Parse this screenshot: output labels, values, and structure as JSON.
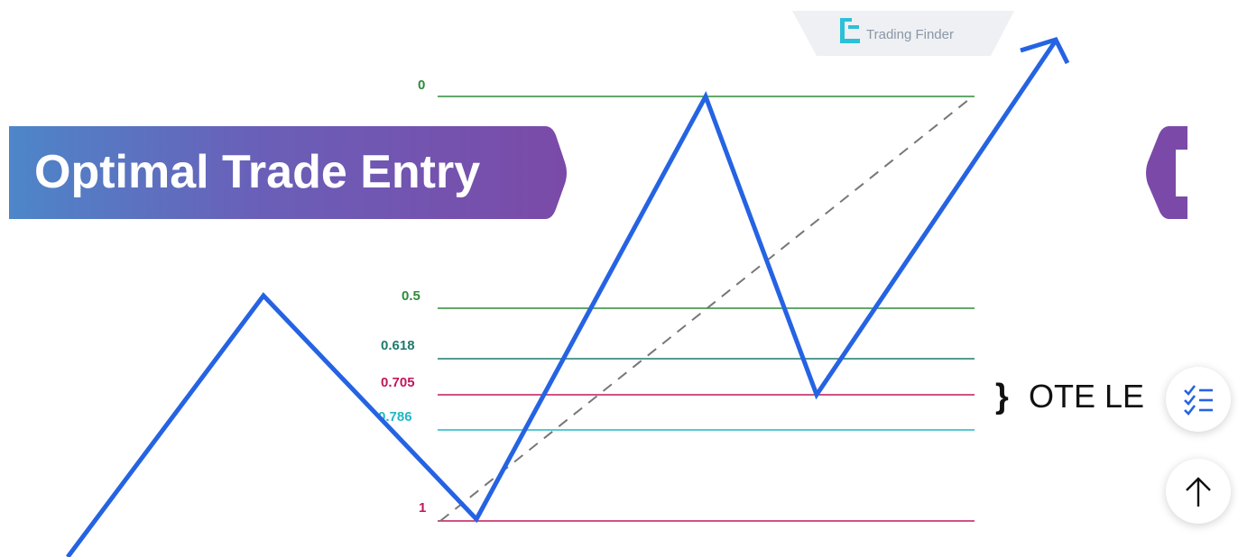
{
  "banner": {
    "title": "Optimal Trade Entry"
  },
  "watermark": {
    "brand": "Trading Finder",
    "logo_icon": "trading-finder-logo"
  },
  "fib_levels": [
    {
      "label": "0",
      "color": "#2e8b3a"
    },
    {
      "label": "0.5",
      "color": "#2e8b3a"
    },
    {
      "label": "0.618",
      "color": "#1f7a6e"
    },
    {
      "label": "0.705",
      "color": "#c2185b"
    },
    {
      "label": "0.786",
      "color": "#20b7c4"
    },
    {
      "label": "1",
      "color": "#c2185b"
    }
  ],
  "annotation": {
    "brace": "}",
    "text": "OTE LE"
  },
  "price_path_color": "#2563e3",
  "floating_buttons": {
    "toc_icon": "checklist-icon",
    "top_icon": "arrow-up-icon"
  }
}
